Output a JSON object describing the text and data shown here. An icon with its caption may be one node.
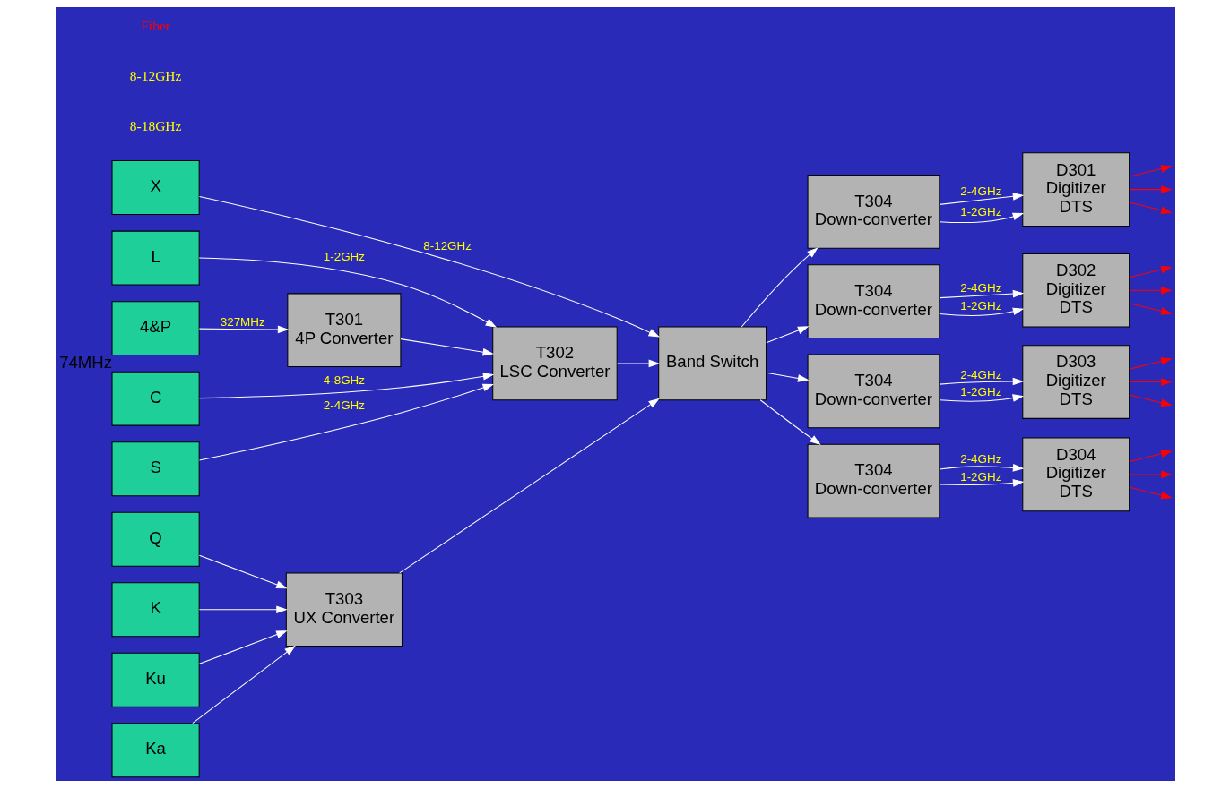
{
  "diagram": {
    "nodes": [
      {
        "text": [
          "Q"
        ]
      },
      {
        "text": [
          "Ka"
        ]
      },
      {
        "text": [
          "K"
        ]
      },
      {
        "text": [
          "Ku"
        ]
      },
      {
        "text": [
          "X"
        ]
      },
      {
        "text": [
          "C"
        ]
      },
      {
        "text": [
          "S"
        ]
      },
      {
        "text": [
          "L"
        ]
      },
      {
        "text": [
          "4&P"
        ],
        "beside": [
          "74MHz"
        ]
      },
      {
        "text": [
          "T303",
          "UX Converter"
        ]
      },
      {
        "text": [
          "T302",
          "LSC Converter"
        ]
      },
      {
        "text": [
          "T301",
          "4P Converter"
        ]
      },
      {
        "text": [
          "Band Switch"
        ]
      },
      {
        "text": [
          "T304",
          "Down-converter"
        ]
      },
      {
        "text": [
          "T304",
          "Down-converter"
        ]
      },
      {
        "text": [
          "T304",
          "Down-converter"
        ]
      },
      {
        "text": [
          "T304",
          "Down-converter"
        ]
      },
      {
        "text": [
          "D301",
          "Digitizer",
          "DTS"
        ]
      },
      {
        "text": [
          "D302",
          "Digitizer",
          "DTS"
        ]
      },
      {
        "text": [
          "D303",
          "Digitizer",
          "DTS"
        ]
      },
      {
        "text": [
          "D304",
          "Digitizer",
          "DTS"
        ]
      }
    ],
    "edges": [
      {
        "from": 0,
        "to": 9,
        "arrow": "to"
      },
      {
        "from": 1,
        "to": 9,
        "arrow": "to"
      },
      {
        "from": 2,
        "to": 9,
        "arrow": "to"
      },
      {
        "from": 3,
        "to": 9,
        "arrow": "to"
      },
      {
        "from": 4,
        "to": 12,
        "arrow": "to",
        "label": "8-12GHz"
      },
      {
        "from": 5,
        "to": 10,
        "arrow": "to",
        "label": "4-8GHz"
      },
      {
        "from": 6,
        "to": 10,
        "arrow": "to",
        "label": "2-4GHz"
      },
      {
        "from": 7,
        "to": 10,
        "arrow": "to",
        "label": "1-2GHz"
      },
      {
        "from": 8,
        "to": 11,
        "arrow": "to",
        "label": "327MHz"
      },
      {
        "from": 11,
        "to": 10,
        "arrow": "to"
      },
      {
        "from": 9,
        "to": 12,
        "arrow": "to"
      },
      {
        "from": 10,
        "to": 12,
        "arrow": "to"
      },
      {
        "from": 12,
        "to": 13,
        "arrow": "to"
      },
      {
        "from": 12,
        "to": 14,
        "arrow": "to"
      },
      {
        "from": 12,
        "to": 15,
        "arrow": "to"
      },
      {
        "from": 12,
        "to": 16,
        "arrow": "to"
      },
      {
        "from": 13,
        "to": 17,
        "arrow": "to",
        "label": "2-4GHz"
      },
      {
        "from": 13,
        "to": 17,
        "arrow": "to",
        "label": "1-2GHz"
      },
      {
        "from": 14,
        "to": 18,
        "arrow": "to",
        "label": "2-4GHz"
      },
      {
        "from": 14,
        "to": 18,
        "arrow": "to",
        "label": "1-2GHz"
      },
      {
        "from": 15,
        "to": 19,
        "arrow": "to",
        "label": "2-4GHz"
      },
      {
        "from": 15,
        "to": 19,
        "arrow": "to",
        "label": "1-2GHz"
      },
      {
        "from": 16,
        "to": 20,
        "arrow": "to",
        "label": "2-4GHz"
      },
      {
        "from": 16,
        "to": 20,
        "arrow": "to",
        "label": "1-2GHz"
      },
      {
        "from": 17,
        "to": null,
        "arrow": "to",
        "color": "#ff0000"
      },
      {
        "from": 17,
        "to": null,
        "arrow": "to",
        "color": "#ff0000"
      },
      {
        "from": 17,
        "to": null,
        "arrow": "to",
        "color": "#ff0000"
      },
      {
        "from": 18,
        "to": null,
        "arrow": "to",
        "color": "#ff0000"
      },
      {
        "from": 18,
        "to": null,
        "arrow": "to",
        "color": "#ff0000"
      },
      {
        "from": 18,
        "to": null,
        "arrow": "to",
        "color": "#ff0000"
      },
      {
        "from": 19,
        "to": null,
        "arrow": "to",
        "color": "#ff0000"
      },
      {
        "from": 19,
        "to": null,
        "arrow": "to",
        "color": "#ff0000"
      },
      {
        "from": 19,
        "to": null,
        "arrow": "to",
        "color": "#ff0000"
      },
      {
        "from": 20,
        "to": null,
        "arrow": "to",
        "color": "#ff0000"
      },
      {
        "from": 20,
        "to": null,
        "arrow": "to",
        "color": "#ff0000"
      },
      {
        "from": 20,
        "to": null,
        "arrow": "to",
        "color": "#ff0000"
      }
    ],
    "labels": [
      "8-18GHz",
      "8-12GHz",
      "Fiber"
    ]
  }
}
